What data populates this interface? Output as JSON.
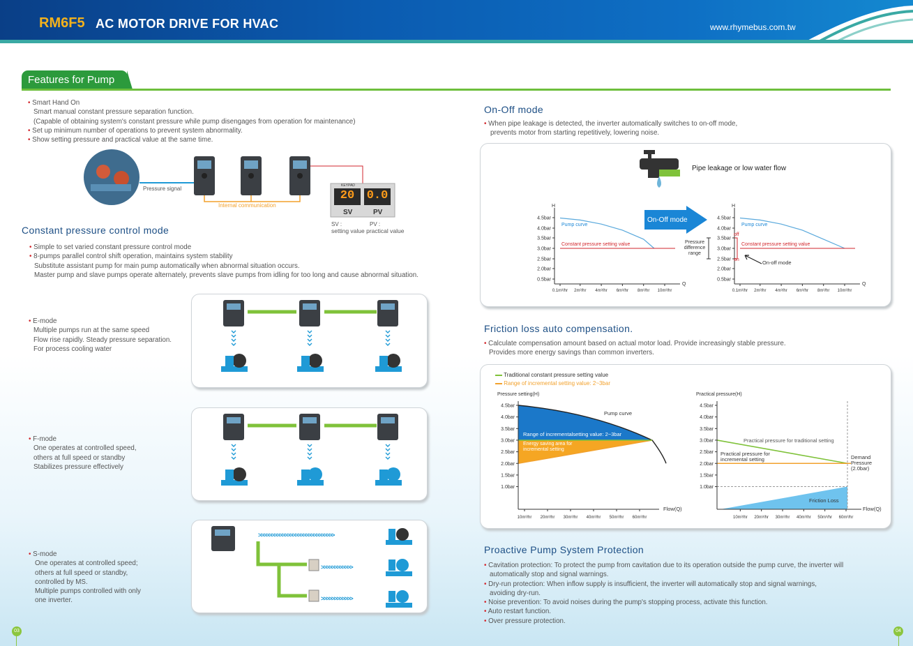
{
  "header": {
    "model": "RM6F5",
    "title": "AC MOTOR DRIVE FOR HVAC",
    "url": "www.rhymebus.com.tw"
  },
  "section_tab": "Features for Pump",
  "smart_hand": {
    "bullets": [
      "Smart Hand On",
      "Set up minimum number of operations to prevent system abnormality.",
      "Show setting pressure and practical value at the same time."
    ],
    "sub": [
      "Smart manual constant pressure separation function.",
      "(Capable of obtaining system's constant pressure while pump disengages from operation for maintenance)"
    ],
    "pressure_signal": "Pressure signal",
    "internal_comm": "Internal communication",
    "keypad_label": "KEYPAD",
    "sv_value": "20",
    "pv_value": "0.0",
    "sv": "SV",
    "pv": "PV",
    "sv_caption": "SV :",
    "pv_caption": "PV :",
    "caption": "setting value practical value"
  },
  "constant": {
    "title": "Constant pressure control mode",
    "bullets": [
      "Simple to set varied constant pressure control mode",
      "8-pumps parallel control shift operation, maintains system stability"
    ],
    "sub": [
      "Substitute assistant pump for main pump automatically when abnormal situation occurs.",
      "Master pump and slave pumps operate alternately, prevents slave pumps from idling for too long and cause abnormal situation."
    ]
  },
  "emode": {
    "title": "E-mode",
    "lines": [
      "Multiple pumps run at  the same speed",
      "Flow rise rapidly. Steady pressure separation.",
      "For process cooling water"
    ]
  },
  "fmode": {
    "title": "F-mode",
    "lines": [
      "One operates at controlled speed,",
      "others at full speed or standby",
      "Stabilizes pressure effectively"
    ]
  },
  "smode": {
    "title": "S-mode",
    "lines": [
      "One operates at controlled speed;",
      "others at full speed or standby,",
      "controlled by MS.",
      "Multiple pumps controlled with only",
      "one inverter."
    ],
    "arrows": ">>>>>>>>>>>>>>>>>>>>>>>>>>>>>",
    "short_arrows": ">>>>>>>>>>>>"
  },
  "onoff": {
    "title": "On-Off mode",
    "bullet": "When pipe leakage is detected, the inverter automatically switches to on-off mode,",
    "bullet2": "prevents motor from starting repetitively, lowering noise.",
    "leak_label": "Pipe leakage or low water flow",
    "arrow_label": "On-Off mode",
    "pump_curve": "Pump curve",
    "setting": "Constant pressure setting value",
    "diff_range": [
      "Pressure",
      "difference",
      "range"
    ],
    "onoff_label": "On-off mode",
    "off": "off",
    "on": "on"
  },
  "friction": {
    "title": "Friction loss auto compensation.",
    "bullet": "Calculate compensation amount based on actual motor load. Provide increasingly stable pressure.",
    "bullet2": "Provides more energy savings than common inverters.",
    "legend_green": "Traditional constant pressure setting value",
    "legend_orange": "Range of incremental setting value: 2~3bar",
    "left_ylabel": "Pressure setting(H)",
    "right_ylabel": "Practical pressure(H)",
    "pump_curve": "Pump curve",
    "range_label": "Range of incrementalsetting value: 2~3bar",
    "energy_label": [
      "Energy saving area for",
      "incremental setting"
    ],
    "trad_label": "Practical pressure for traditional setting",
    "inc_label": [
      "Practical pressure for",
      "incremental setting"
    ],
    "demand": [
      "Demand",
      "Pressure",
      "(2.0bar)"
    ],
    "friction_loss": "Friction Loss",
    "xlabel": "Flow(Q)"
  },
  "protection": {
    "title": "Proactive Pump System Protection",
    "bullets": [
      "Cavitation protection: To protect the pump from cavitation due to its operation outside the pump curve, the inverter will",
      "Dry-run protection: When inflow supply is insufficient, the inverter will automatically stop and signal warnings,",
      "Noise prevention: To avoid noises during the pump's stopping process, activate this function.",
      "Auto restart function.",
      "Over pressure protection."
    ],
    "cont": [
      "automatically stop and signal warnings.",
      "avoiding dry-run."
    ]
  },
  "page_left": "03",
  "page_right": "04",
  "chart_data": [
    {
      "type": "line",
      "ylabel": "H",
      "xlabel": "Q",
      "y_ticks": [
        "4.5bar",
        "4.0bar",
        "3.5bar",
        "3.0bar",
        "2.5bar",
        "2.0bar",
        "0.5bar"
      ],
      "x_ticks": [
        "0.1m³/hr",
        "2m³/hr",
        "4m³/hr",
        "6m³/hr",
        "8m³/hr",
        "10m³/hr"
      ],
      "series": [
        {
          "name": "Pump curve",
          "x": [
            0.1,
            2,
            4,
            6,
            8,
            9
          ],
          "y": [
            4.5,
            4.4,
            4.2,
            3.9,
            3.45,
            3.0
          ]
        },
        {
          "name": "Constant pressure setting value",
          "x": [
            0.1,
            10
          ],
          "y": [
            3.0,
            3.0
          ]
        }
      ]
    },
    {
      "type": "line",
      "ylabel": "H",
      "xlabel": "Q",
      "y_ticks": [
        "4.5bar",
        "4.0bar",
        "3.5bar",
        "3.0bar",
        "2.5bar",
        "2.0bar",
        "0.5bar"
      ],
      "x_ticks": [
        "0.1m³/hr",
        "2m³/hr",
        "4m³/hr",
        "6m³/hr",
        "8m³/hr",
        "10m³/hr"
      ],
      "series": [
        {
          "name": "Pump curve",
          "x": [
            0.1,
            2,
            4,
            6,
            8,
            10
          ],
          "y": [
            4.5,
            4.4,
            4.2,
            3.9,
            3.45,
            3.0
          ]
        },
        {
          "name": "Constant pressure setting value",
          "x": [
            0.1,
            10
          ],
          "y": [
            3.0,
            3.0
          ]
        }
      ]
    },
    {
      "type": "area",
      "ylabel": "Pressure setting(H)",
      "xlabel": "Flow(Q)",
      "y_ticks": [
        "4.5bar",
        "4.0bar",
        "3.5bar",
        "3.0bar",
        "2.5bar",
        "2.0bar",
        "1.5bar",
        "1.0bar"
      ],
      "x_ticks": [
        "10m³/hr",
        "20m³/hr",
        "30m³/hr",
        "40m³/hr",
        "50m³/hr",
        "60m³/hr"
      ]
    },
    {
      "type": "line",
      "ylabel": "Practical pressure(H)",
      "xlabel": "Flow(Q)",
      "y_ticks": [
        "4.5bar",
        "4.0bar",
        "3.5bar",
        "3.0bar",
        "2.5bar",
        "2.0bar",
        "1.5bar",
        "1.0bar"
      ],
      "x_ticks": [
        "10m³/hr",
        "20m³/hr",
        "30m³/hr",
        "40m³/hr",
        "50m³/hr",
        "60m³/hr"
      ],
      "series": [
        {
          "name": "Practical pressure for traditional setting",
          "x": [
            0,
            60
          ],
          "y": [
            3.0,
            2.0
          ]
        },
        {
          "name": "Practical pressure for incremental setting",
          "x": [
            0,
            60
          ],
          "y": [
            2.0,
            2.0
          ]
        },
        {
          "name": "Friction Loss",
          "x": [
            0,
            60
          ],
          "y": [
            0.0,
            1.0
          ]
        }
      ]
    }
  ]
}
